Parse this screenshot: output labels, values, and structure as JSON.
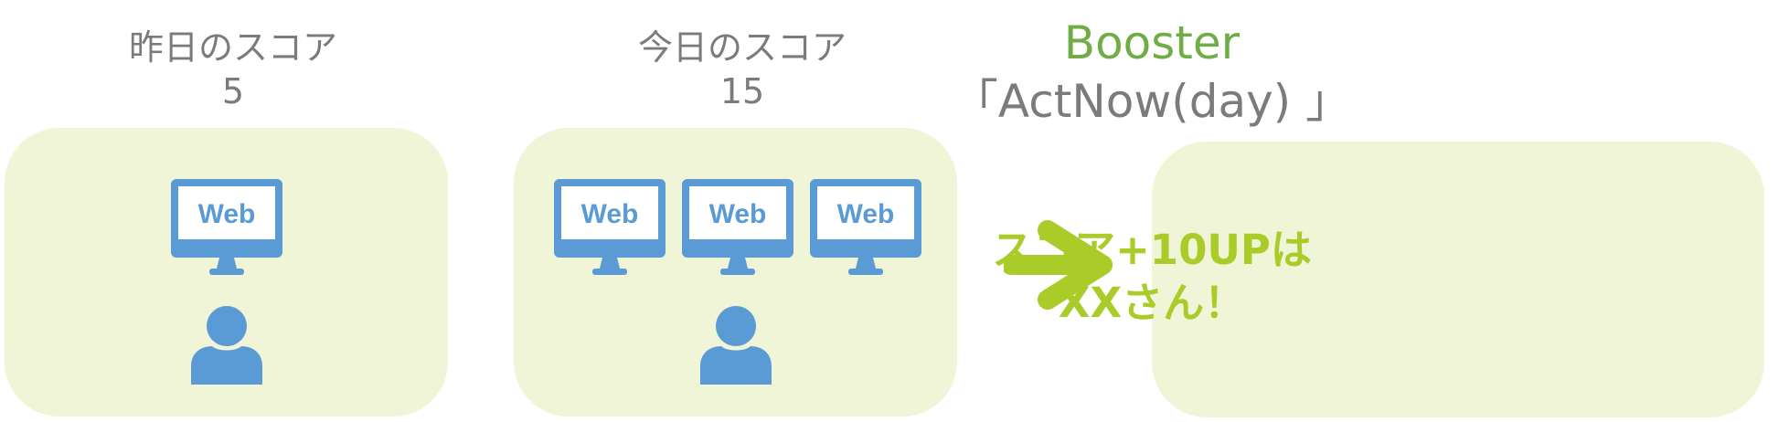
{
  "yesterday": {
    "label": "昨日のスコア",
    "score": "5"
  },
  "today": {
    "label": "今日のスコア",
    "score": "15"
  },
  "booster": {
    "title": "Booster",
    "name": "「ActNow(day) 」",
    "result_line1": "スコア+10UPは",
    "result_line2": "XXさん！"
  },
  "monitor_label": "Web",
  "colors": {
    "panel": "#eff5d6",
    "icon_blue": "#5b9bd5",
    "arrow_green": "#a9cc29",
    "booster_green": "#70ad47",
    "text_gray": "#7b7b7b"
  }
}
